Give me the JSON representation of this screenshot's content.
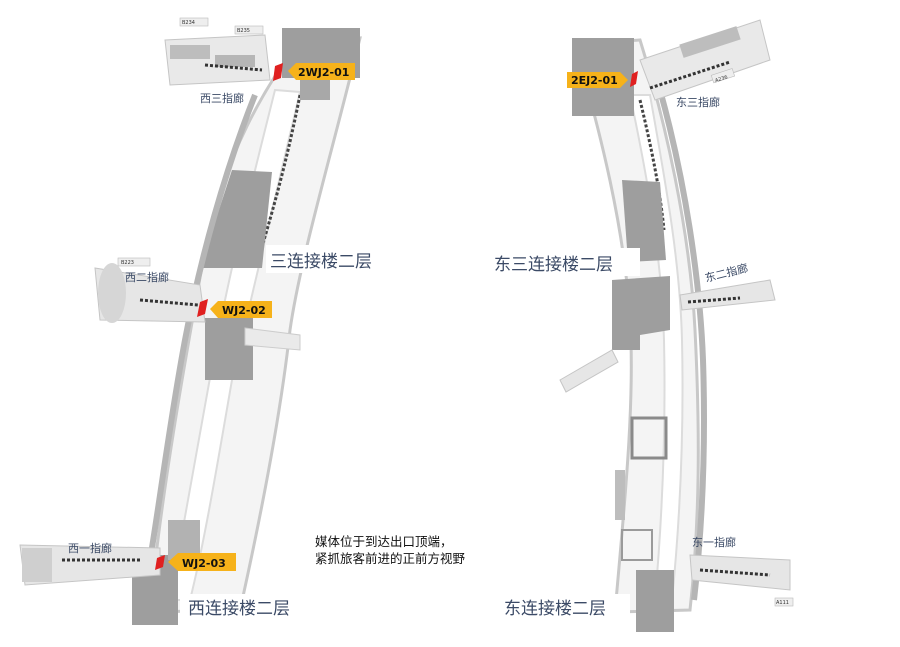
{
  "colors": {
    "accent_tag": "#f6b21a",
    "marker": "#e02020",
    "label_text": "#3b4a66",
    "floor": "#f4f4f4",
    "wall": "#c8c8c8",
    "block": "#9e9e9e"
  },
  "west_map": {
    "title": "西连接楼二层",
    "section_label": "三连接楼二层",
    "wings": {
      "wing3": "西三指廊",
      "wing2": "西二指廊",
      "wing1": "西一指廊"
    },
    "gates": [
      "B234",
      "B235",
      "B223"
    ],
    "ad_points": [
      {
        "code": "2WJ2-01"
      },
      {
        "code": "WJ2-02"
      },
      {
        "code": "WJ2-03"
      }
    ]
  },
  "east_map": {
    "title": "东连接楼二层",
    "section_label": "东三连接楼二层",
    "wings": {
      "wing3": "东三指廊",
      "wing2": "东二指廊",
      "wing1": "东一指廊"
    },
    "gates": [
      "A236",
      "A111"
    ],
    "ad_points": [
      {
        "code": "2EJ2-01"
      }
    ]
  },
  "note": {
    "line1": "媒体位于到达出口顶端，",
    "line2": "紧抓旅客前进的正前方视野"
  }
}
